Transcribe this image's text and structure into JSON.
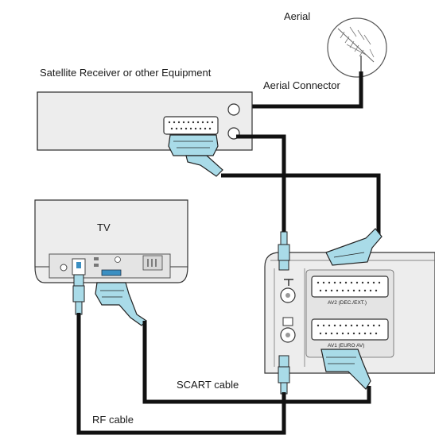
{
  "labels": {
    "aerial": "Aerial",
    "satellite_receiver": "Satellite Receiver or other Equipment",
    "aerial_connector": "Aerial Connector",
    "tv": "TV",
    "scart_cable": "SCART cable",
    "rf_cable": "RF cable",
    "av2_socket": "AV2 (DEC./EXT.)",
    "av1_socket": "AV1 (EURO AV)"
  },
  "colors": {
    "cable": "#111111",
    "connector": "#a9dbe8",
    "device_body": "#ededed",
    "device_outline": "#333333"
  }
}
